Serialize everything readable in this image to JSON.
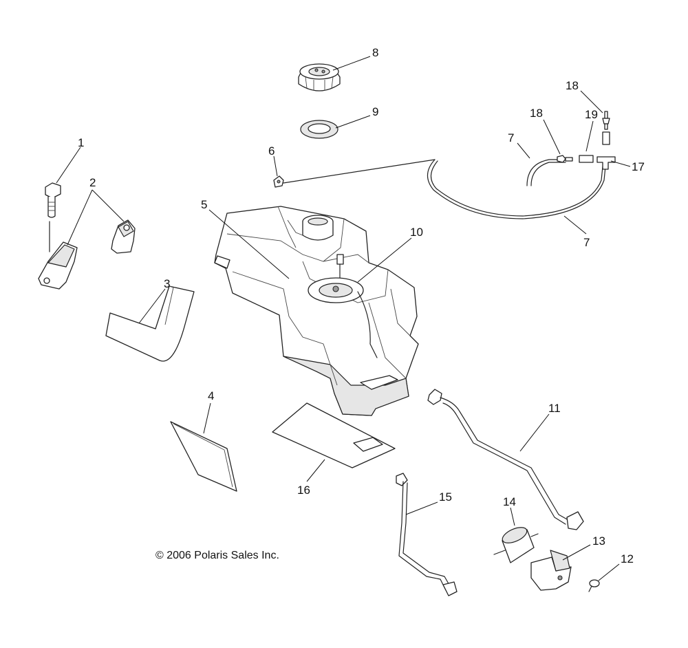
{
  "callouts": [
    "1",
    "2",
    "3",
    "4",
    "5",
    "6",
    "7",
    "7",
    "8",
    "9",
    "10",
    "11",
    "12",
    "13",
    "14",
    "15",
    "16",
    "17",
    "18",
    "18",
    "19"
  ],
  "copyright": "© 2006 Polaris Sales Inc."
}
